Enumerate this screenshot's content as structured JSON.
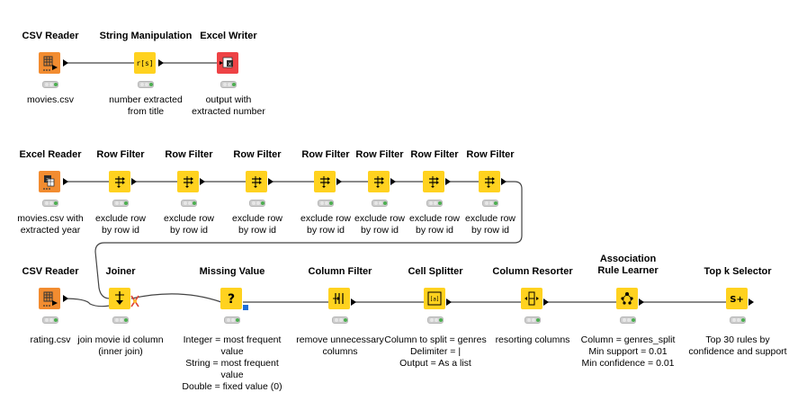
{
  "nodes": {
    "csv_reader_1": {
      "title": "CSV Reader",
      "label": "movies.csv"
    },
    "string_manipulation": {
      "title": "String Manipulation",
      "glyph": "r[s]",
      "label": "number extracted\nfrom title"
    },
    "excel_writer": {
      "title": "Excel Writer",
      "label": "output with\nextracted number"
    },
    "excel_reader": {
      "title": "Excel Reader",
      "label": "movies.csv with\nextracted year"
    },
    "row_filter_1": {
      "title": "Row Filter",
      "label": "exclude row\nby row id"
    },
    "row_filter_2": {
      "title": "Row Filter",
      "label": "exclude row\nby row id"
    },
    "row_filter_3": {
      "title": "Row Filter",
      "label": "exclude row\nby row id"
    },
    "row_filter_4": {
      "title": "Row Filter",
      "label": "exclude row\nby row id"
    },
    "row_filter_5": {
      "title": "Row Filter",
      "label": "exclude row\nby row id"
    },
    "row_filter_6": {
      "title": "Row Filter",
      "label": "exclude row\nby row id"
    },
    "row_filter_7": {
      "title": "Row Filter",
      "label": "exclude row\nby row id"
    },
    "csv_reader_2": {
      "title": "CSV Reader",
      "label": "rating.csv"
    },
    "joiner": {
      "title": "Joiner",
      "label": "join movie id column\n(inner join)"
    },
    "missing_value": {
      "title": "Missing Value",
      "glyph": "?",
      "label": "Integer = most frequent value\nString = most frequent value\nDouble = fixed value (0)"
    },
    "column_filter": {
      "title": "Column Filter",
      "label": "remove unnecessary\ncolumns"
    },
    "cell_splitter": {
      "title": "Cell Splitter",
      "glyph": "[a]",
      "label": "Column to split = genres\nDelimiter = |\nOutput = As a list"
    },
    "column_resorter": {
      "title": "Column Resorter",
      "label": "resorting columns"
    },
    "association_rule_learner": {
      "title": "Association\nRule Learner",
      "label": "Column = genres_split\nMin support = 0.01\nMin confidence = 0.01"
    },
    "top_k_selector": {
      "title": "Top k Selector",
      "glyph": "S+",
      "label": "Top 30 rules by\nconfidence and support"
    }
  },
  "colors": {
    "source": "#f28c30",
    "manipulator": "#ffd21f",
    "sink": "#ee4245",
    "status_ok": "#4caf50"
  }
}
